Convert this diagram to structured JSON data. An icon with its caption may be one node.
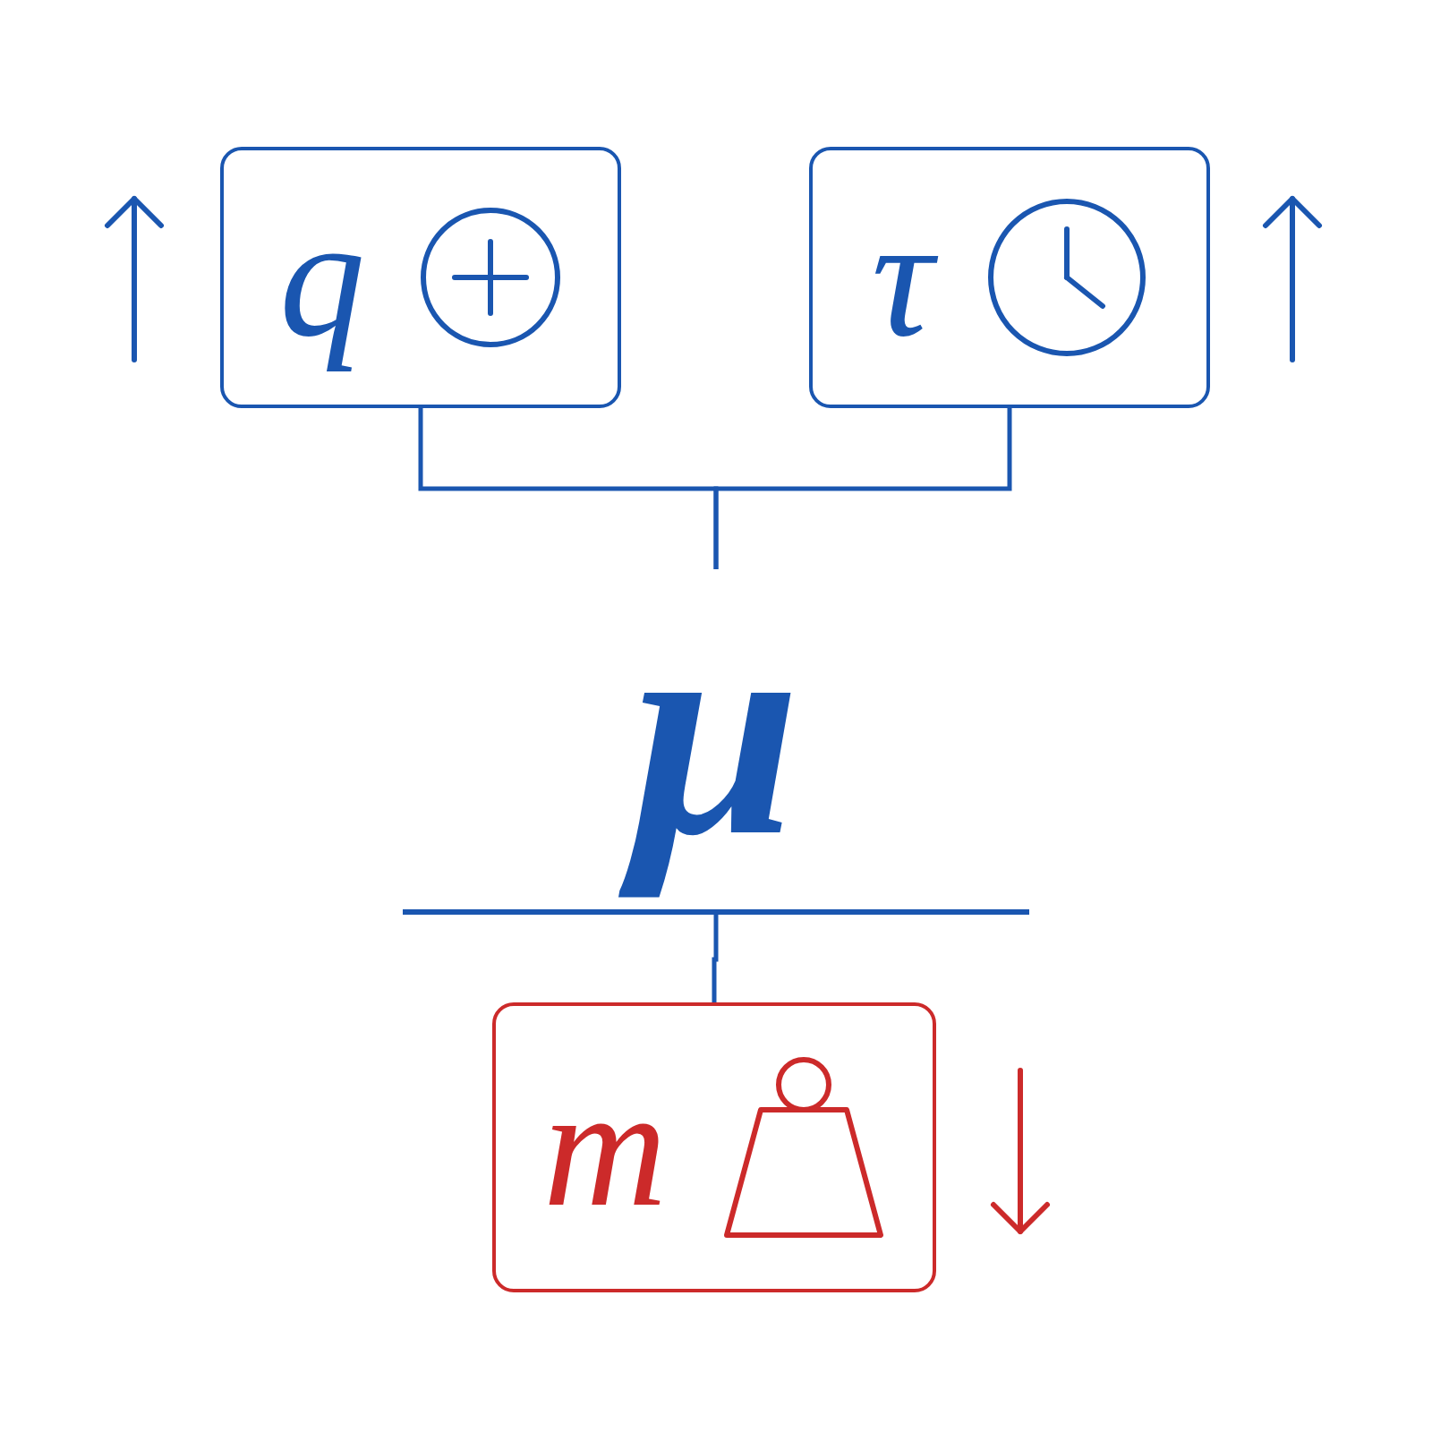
{
  "diagram": {
    "nodes": [
      {
        "text": [
          "q"
        ]
      },
      {
        "text": [
          "τ"
        ]
      },
      {
        "text": [
          "μ"
        ]
      },
      {
        "text": [],
        "shape": "bar"
      },
      {
        "text": [
          "m"
        ]
      }
    ],
    "edges": [
      {
        "from": 0,
        "to": 2,
        "arrow": "none"
      },
      {
        "from": 1,
        "to": 2,
        "arrow": "none"
      },
      {
        "from": 3,
        "to": 4,
        "arrow": "none"
      }
    ]
  }
}
